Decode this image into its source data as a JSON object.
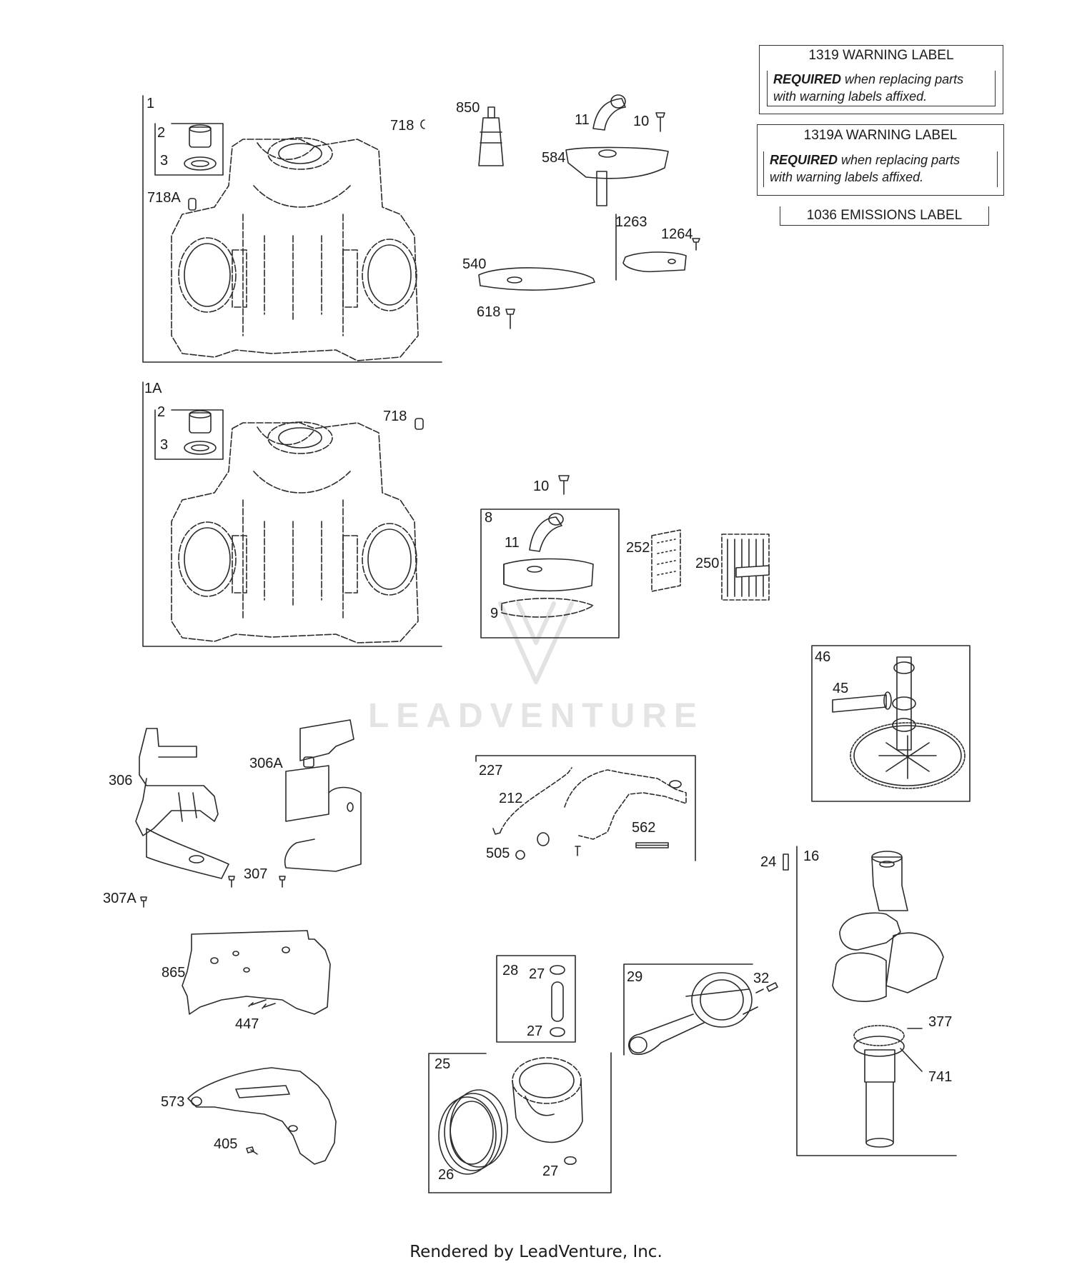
{
  "labels": {
    "l1": "1",
    "l2a": "2",
    "l3a": "3",
    "l718a": "718",
    "l718A": "718A",
    "l850": "850",
    "l11a": "11",
    "l10a": "10",
    "l584": "584",
    "l1263": "1263",
    "l1264": "1264",
    "l540": "540",
    "l618": "618",
    "l1A": "1A",
    "l2b": "2",
    "l3b": "3",
    "l718b": "718",
    "l10b": "10",
    "l8": "8",
    "l11b": "11",
    "l9": "9",
    "l252": "252",
    "l250": "250",
    "l46": "46",
    "l45": "45",
    "l306": "306",
    "l306A": "306A",
    "l307": "307",
    "l307A": "307A",
    "l227": "227",
    "l212": "212",
    "l505": "505",
    "l562": "562",
    "l24": "24",
    "l16": "16",
    "l377": "377",
    "l741": "741",
    "l865": "865",
    "l447": "447",
    "l573": "573",
    "l405": "405",
    "l28": "28",
    "l27a": "27",
    "l27b": "27",
    "l29": "29",
    "l32": "32",
    "l25": "25",
    "l26": "26",
    "l27c": "27"
  },
  "warning_labels": {
    "w1319_title": "1319 WARNING LABEL",
    "w1319_req": "REQUIRED",
    "w1319_rest1": " when replacing parts",
    "w1319_rest2": "with warning labels affixed.",
    "w1319A_title": "1319A WARNING LABEL",
    "w1319A_req": "REQUIRED",
    "w1319A_rest1": " when replacing parts",
    "w1319A_rest2": "with warning labels affixed.",
    "emissions": "1036 EMISSIONS LABEL"
  },
  "watermark": "LEADVENTURE",
  "footer": "Rendered by LeadVenture, Inc."
}
